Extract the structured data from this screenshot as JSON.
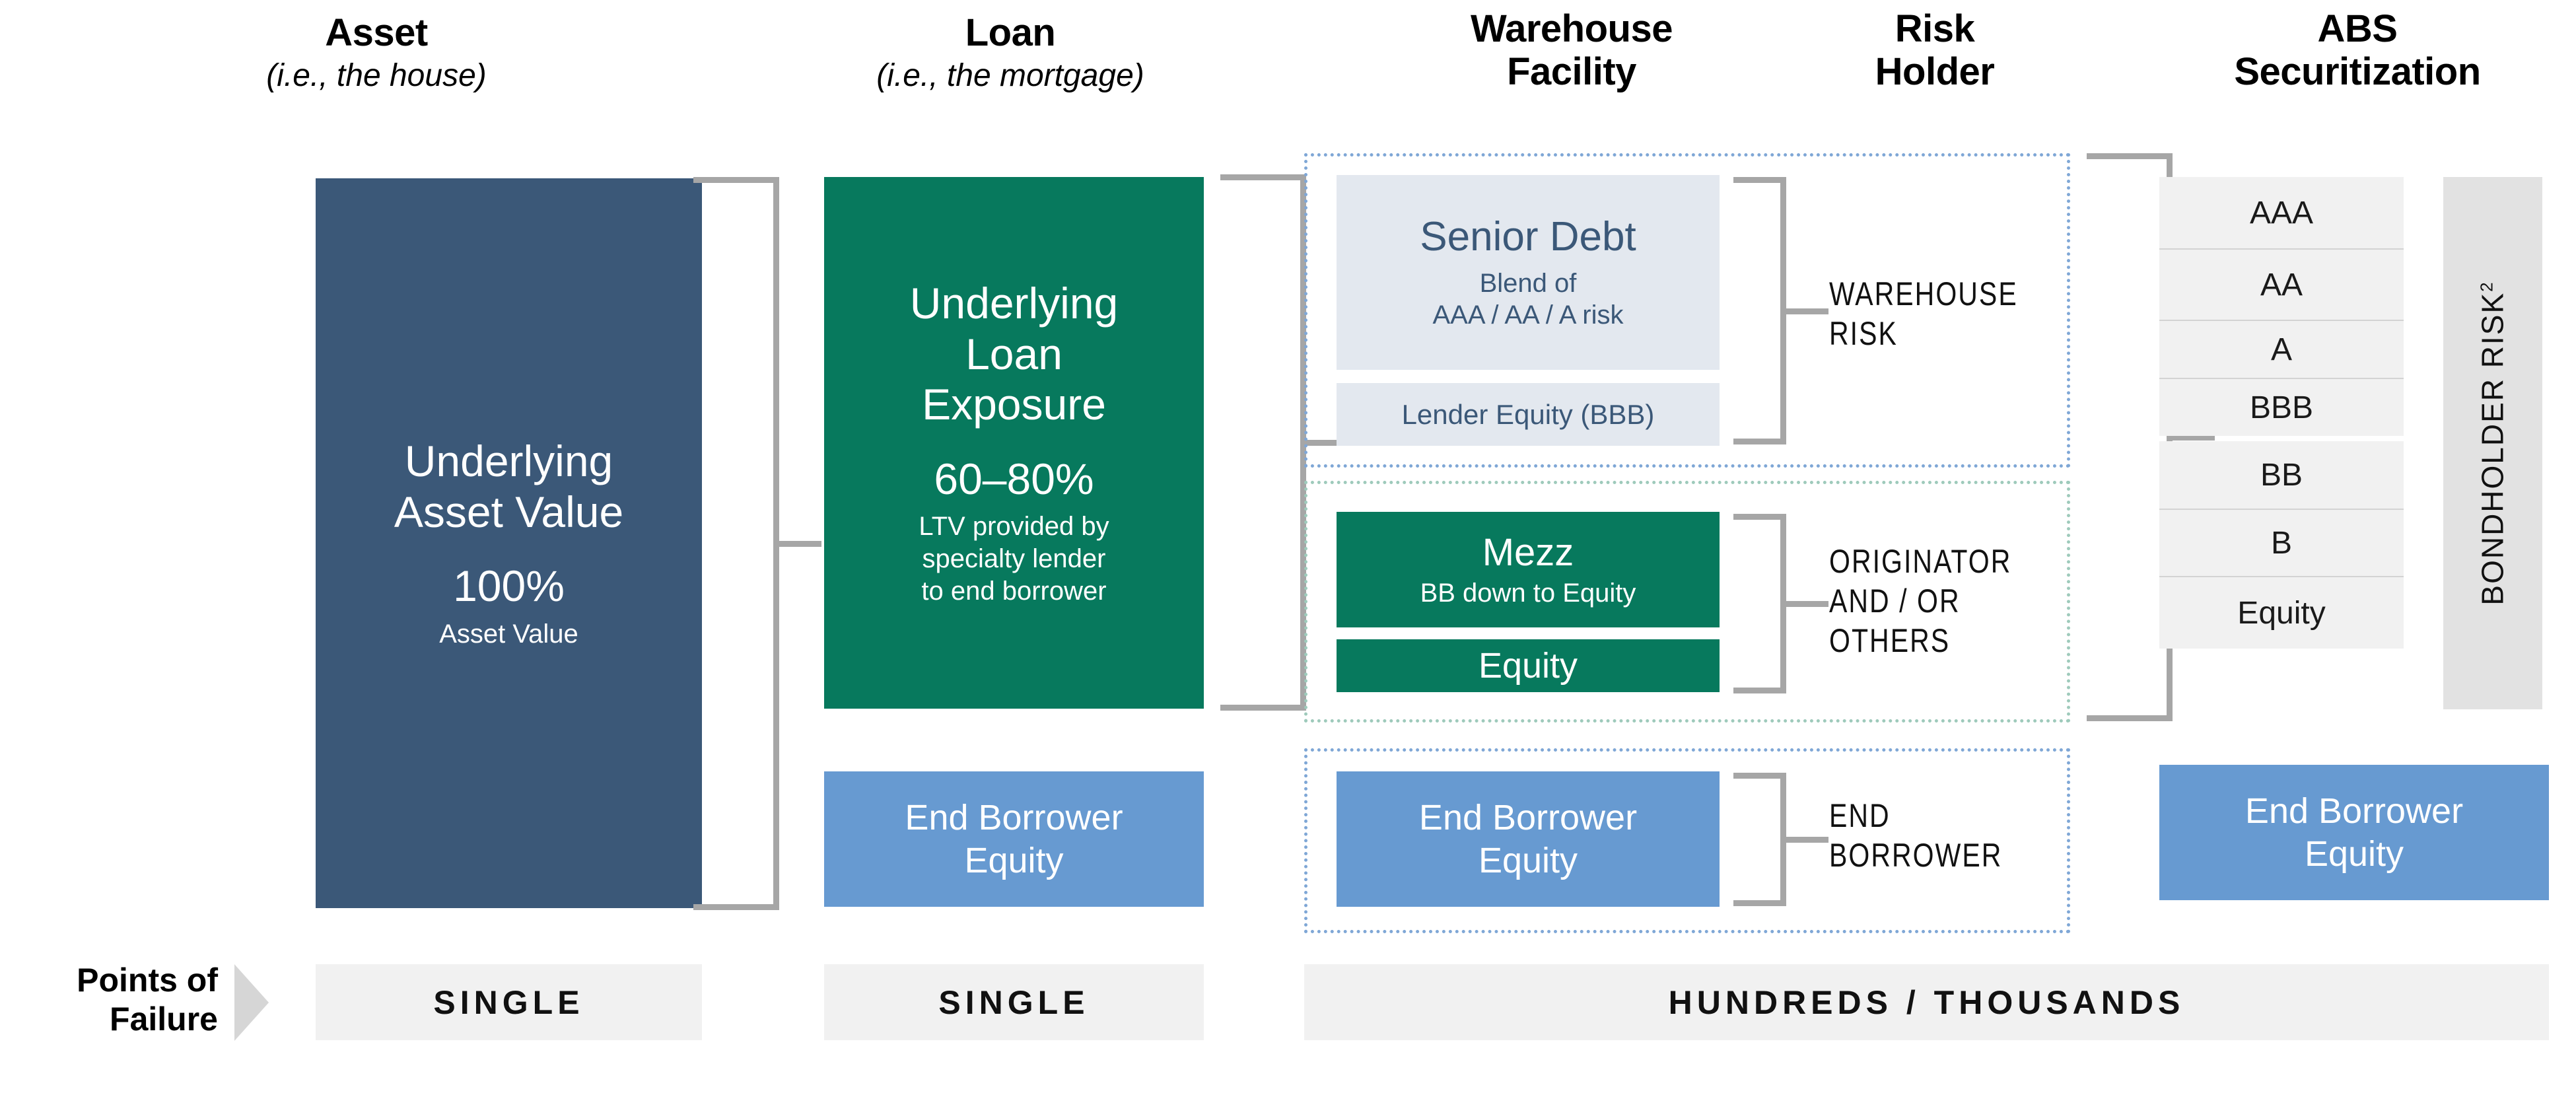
{
  "columns": [
    {
      "title": "Asset",
      "subtitle": "(i.e., the house)"
    },
    {
      "title": "Loan",
      "subtitle": "(i.e., the mortgage)"
    },
    {
      "title": "Warehouse\nFacility",
      "title_line1": "Warehouse",
      "title_line2": "Facility",
      "subtitle": ""
    },
    {
      "title": "Risk\nHolder",
      "title_line1": "Risk",
      "title_line2": "Holder",
      "subtitle": ""
    },
    {
      "title": "ABS\nSecuritization",
      "title_line1": "ABS",
      "title_line2": "Securitization",
      "subtitle": ""
    }
  ],
  "asset": {
    "main_line1": "Underlying",
    "main_line2": "Asset Value",
    "pct": "100%",
    "pct_caption": "Asset Value"
  },
  "loan": {
    "main_line1": "Underlying",
    "main_line2": "Loan",
    "main_line3": "Exposure",
    "pct": "60–80%",
    "pct_caption_line1": "LTV provided by",
    "pct_caption_line2": "specialty lender",
    "pct_caption_line3": "to end borrower",
    "end_borrower_line1": "End Borrower",
    "end_borrower_line2": "Equity"
  },
  "warehouse": {
    "senior_debt_title": "Senior Debt",
    "senior_debt_sub_line1": "Blend of",
    "senior_debt_sub_line2": "AAA / AA / A risk",
    "lender_equity": "Lender Equity (BBB)",
    "mezz_title": "Mezz",
    "mezz_sub": "BB down to Equity",
    "equity": "Equity",
    "end_borrower_line1": "End Borrower",
    "end_borrower_line2": "Equity"
  },
  "risk_holder": {
    "warehouse_risk_line1": "WAREHOUSE",
    "warehouse_risk_line2": "RISK",
    "originator_line1": "ORIGINATOR",
    "originator_line2": "AND / OR",
    "originator_line3": "OTHERS",
    "end_borrower_line1": "END",
    "end_borrower_line2": "BORROWER"
  },
  "abs": {
    "tranches": [
      "AAA",
      "AA",
      "A",
      "BBB",
      "BB",
      "B",
      "Equity"
    ],
    "bondholder_risk": "BONDHOLDER RISK",
    "bondholder_risk_footnote": "2",
    "end_borrower_line1": "End Borrower",
    "end_borrower_line2": "Equity"
  },
  "points_of_failure": {
    "label_line1": "Points of",
    "label_line2": "Failure",
    "asset_value": "SINGLE",
    "loan_value": "SINGLE",
    "warehouse_value": "HUNDREDS / THOUSANDS"
  },
  "colors": {
    "navy": "#3b5878",
    "green": "#07795d",
    "blue": "#679ad1",
    "light_blue_box": "#e3e8ef",
    "gray_box": "#f1f1f1",
    "gray_strip": "#e2e2e2",
    "bracket": "#a6a6a6",
    "dotted_blue": "#7fa7d6",
    "dotted_green": "#9ecabb"
  }
}
